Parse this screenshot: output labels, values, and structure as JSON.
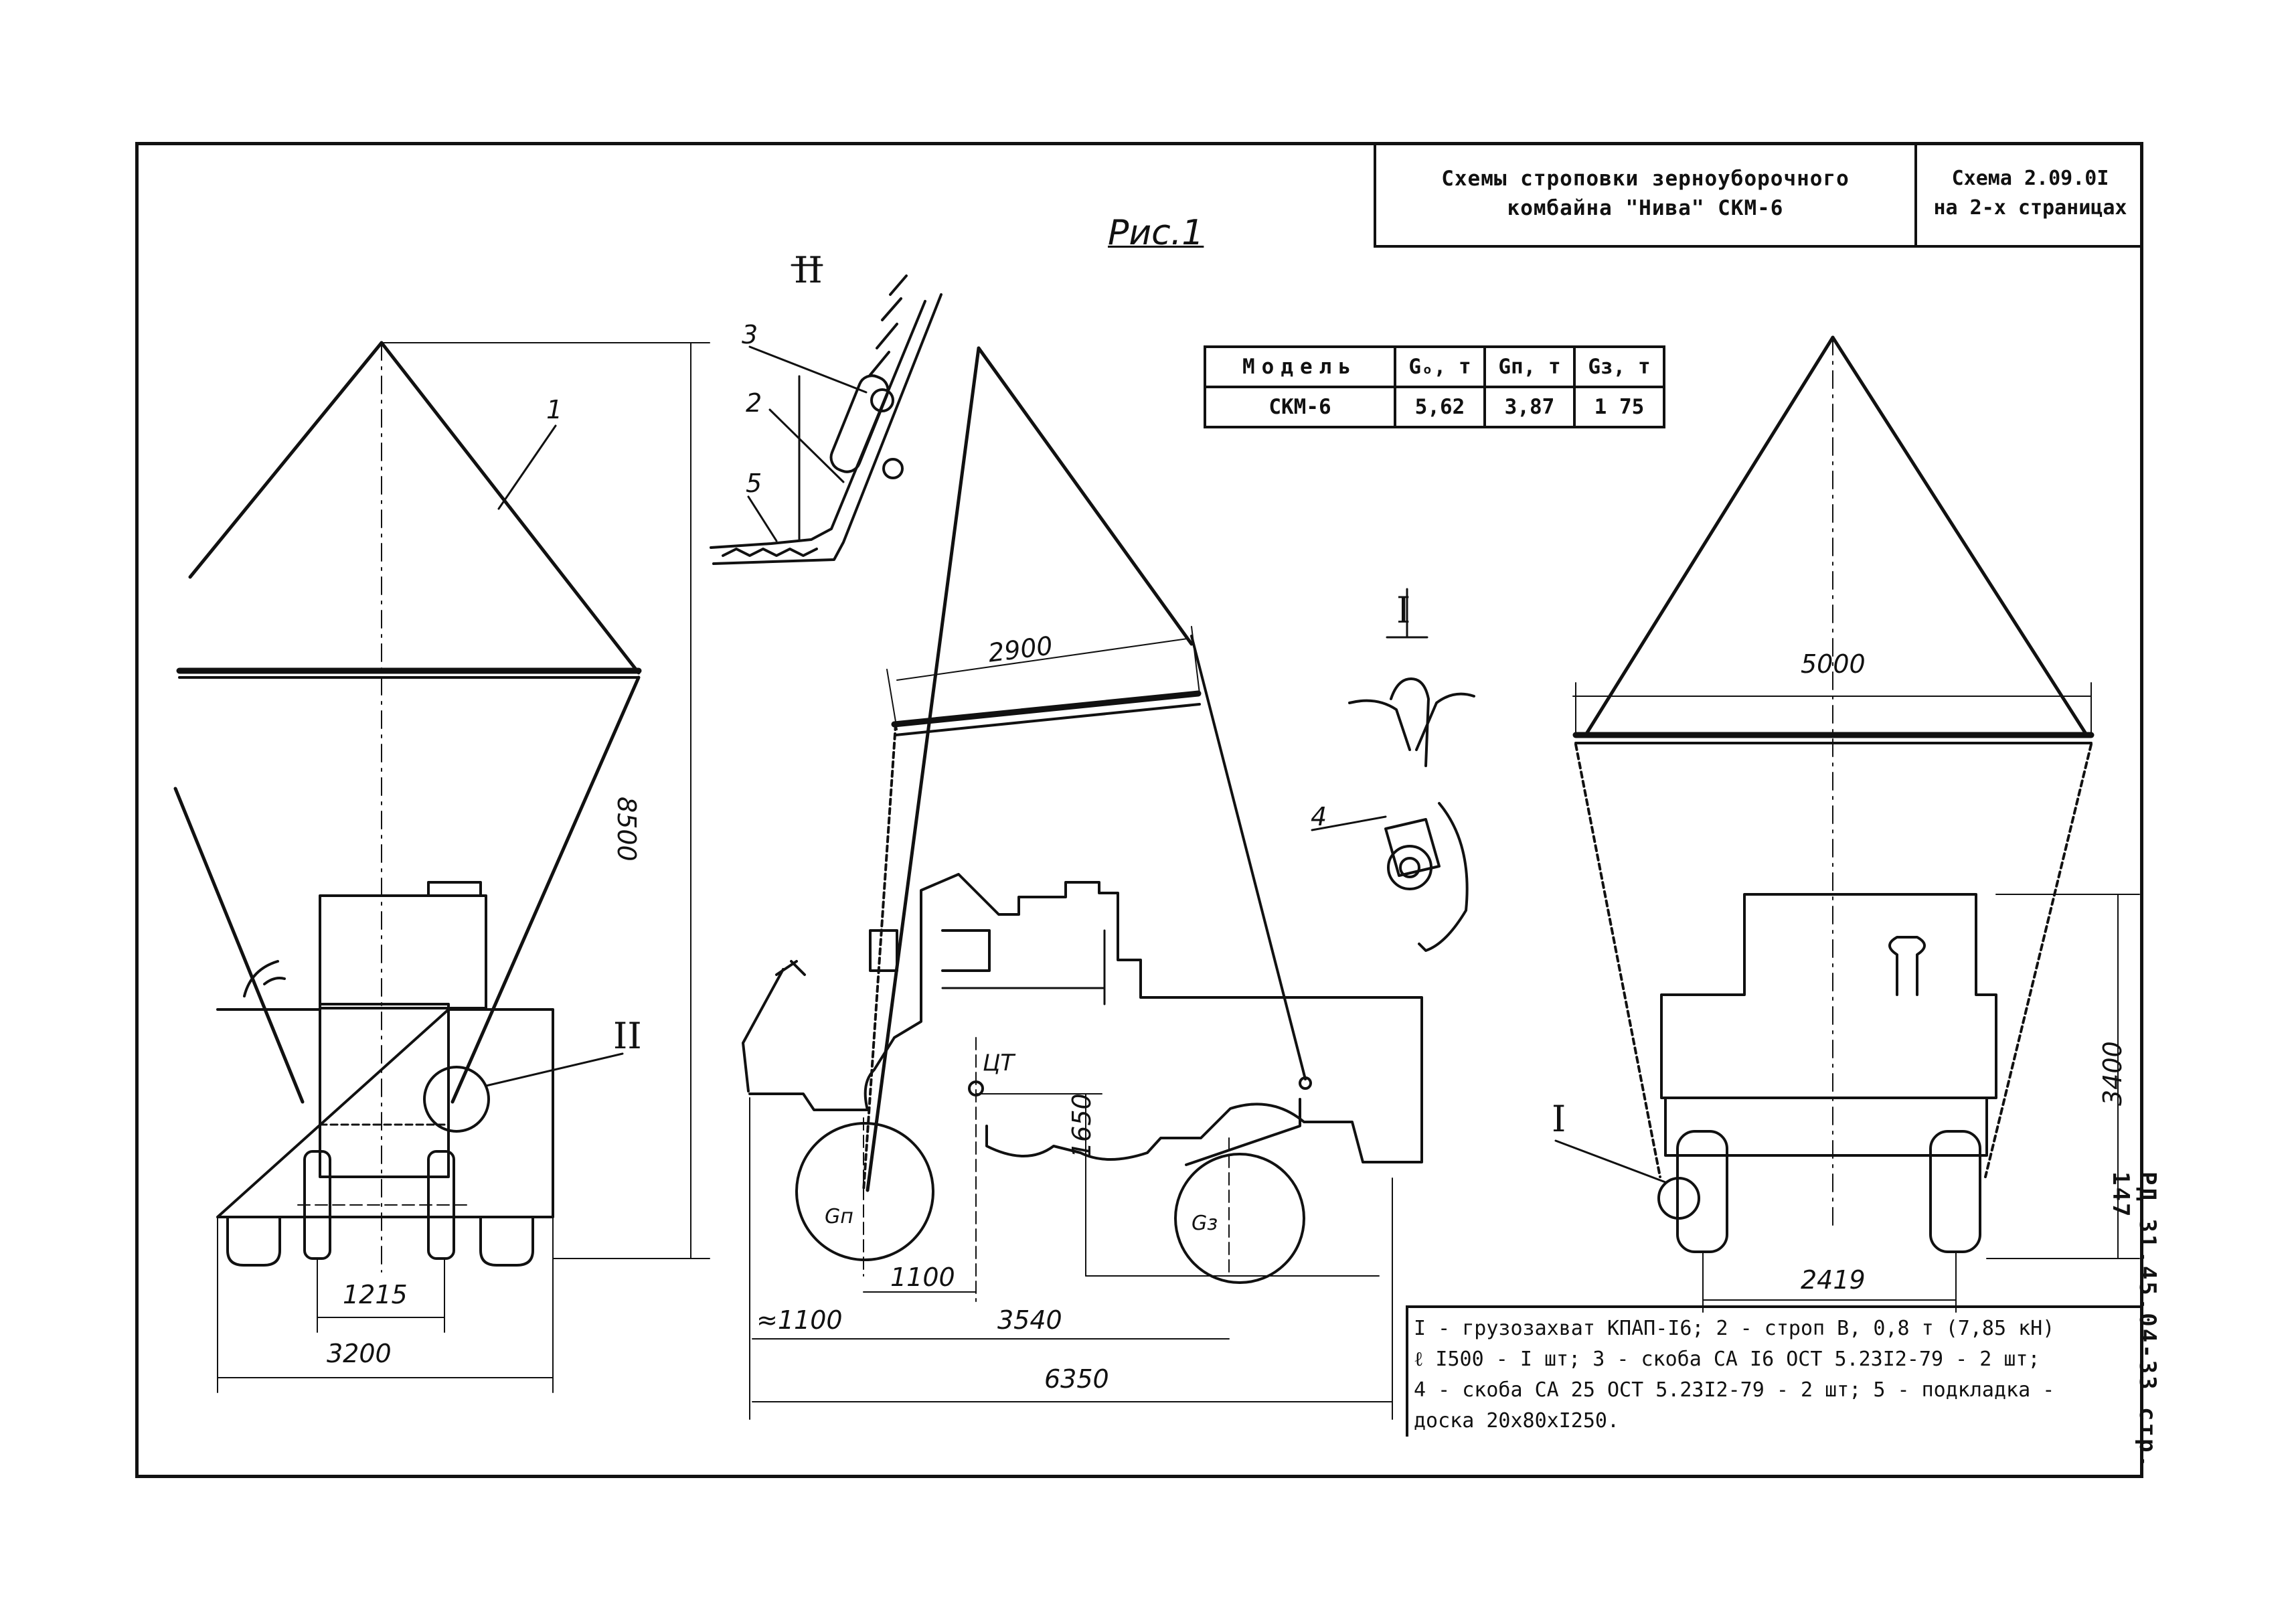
{
  "title": {
    "line1": "Схемы строповки зерноуборочного",
    "line2": "комбайна \"Нива\" СКМ-6",
    "scheme": "Схема 2.09.0I",
    "pages": "на 2-х страницах"
  },
  "figure_title": "Рис.1",
  "table": {
    "headers": [
      "Модель",
      "Gₒ, т",
      "Gп, т",
      "Gз, т"
    ],
    "row": [
      "СКМ-6",
      "5,62",
      "3,87",
      "1 75"
    ]
  },
  "dimensions": {
    "front_width": "3200",
    "front_track": "1215",
    "front_height": "8500",
    "side_spreader": "2900",
    "side_overhang": "≈1100",
    "side_cg_offset": "1100",
    "side_wheelbase": "3540",
    "side_length": "6350",
    "side_cg_height": "1650",
    "rear_spreader": "5000",
    "rear_track": "2419",
    "rear_height": "3400"
  },
  "callouts": {
    "sling": "1",
    "strop": "2",
    "shackle_small": "3",
    "shackle_large": "4",
    "pad": "5",
    "detail_one": "I",
    "detail_two": "II",
    "cg": "ЦТ",
    "front_load": "Gп",
    "rear_load": "Gз"
  },
  "legend": [
    "I - грузозахват КПАП-I6;  2 - строп В,  0,8 т (7,85 кН)",
    "ℓ  I500 - I шт;  3 - скоба СА I6 ОСТ 5.23I2-79 - 2 шт;",
    "4 - скоба СА 25 ОСТ 5.23I2-79 - 2 шт;  5 - подкладка -",
    "доска 20х80хI250."
  ],
  "margin_code": "РД 31.45.04-33  стр. 147"
}
